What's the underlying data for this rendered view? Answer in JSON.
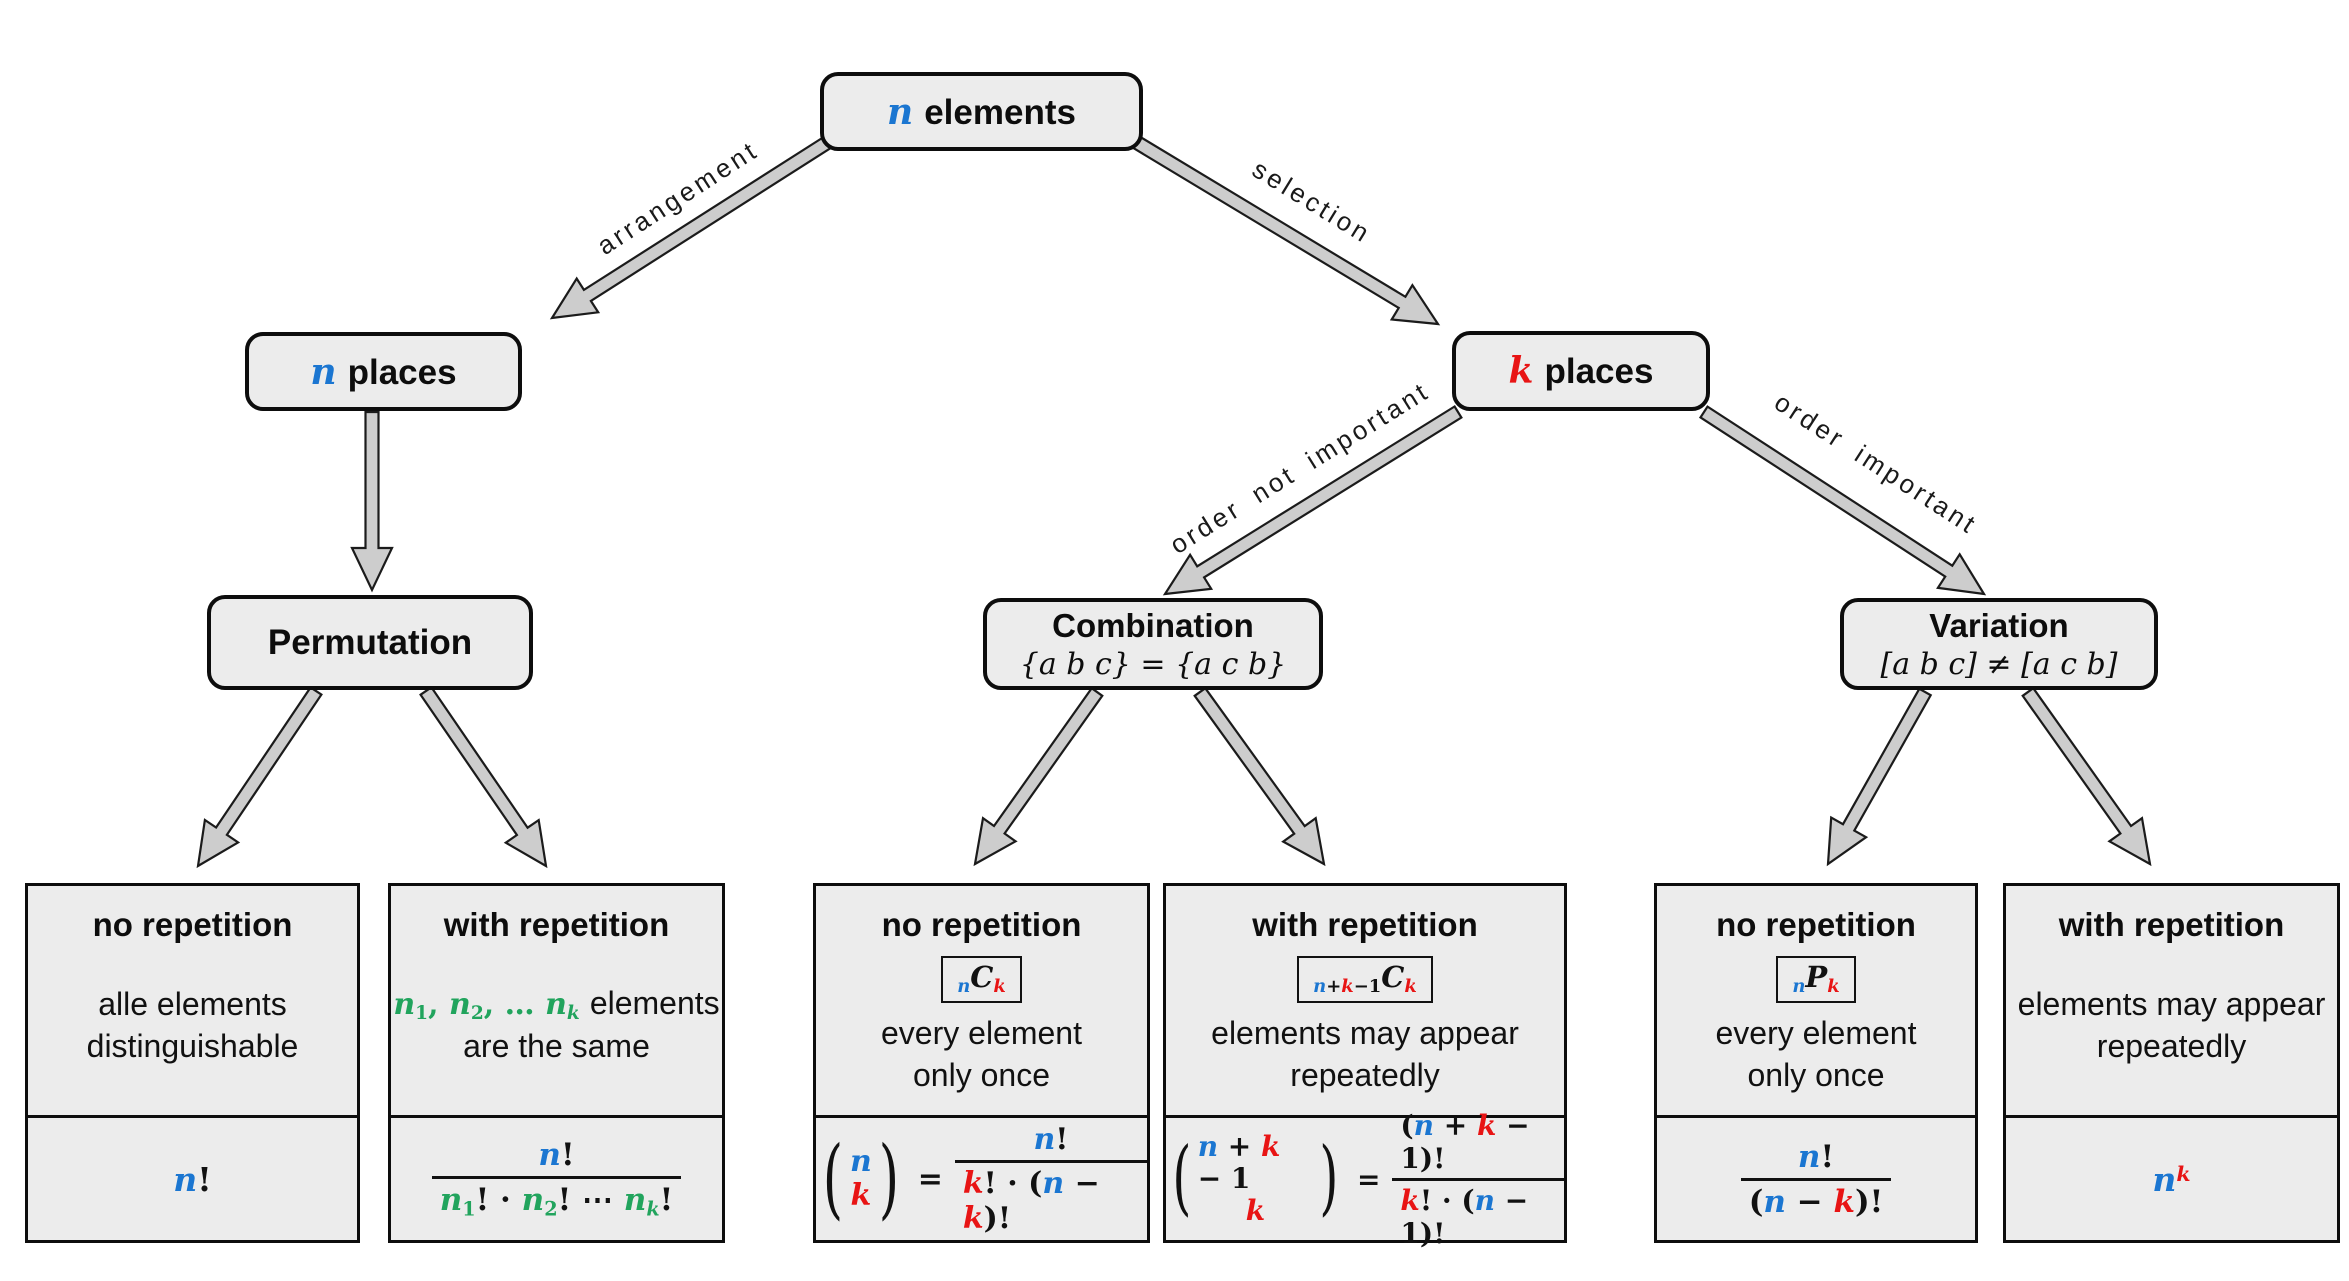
{
  "colors": {
    "blue": "#1b76d1",
    "red": "#e81414",
    "green": "#21a45d",
    "box_fill": "#ececec",
    "arrow_fill": "#cdcdcd",
    "ink": "#111111"
  },
  "nodes": {
    "root": {
      "var": "n",
      "text": "elements"
    },
    "n_places": {
      "var": "n",
      "text": "places"
    },
    "k_places": {
      "var": "k",
      "text": "places"
    },
    "permutation": {
      "title": "Permutation"
    },
    "combination": {
      "title": "Combination",
      "subtitle": "{a b c} = {a c b}"
    },
    "variation": {
      "title": "Variation",
      "subtitle": "[a b c] ≠ [a c b]"
    }
  },
  "edges": {
    "arrangement": "arrangement",
    "selection": "selection",
    "order_not_important": "order not important",
    "order_important": "order important"
  },
  "cards": [
    {
      "header": "no repetition",
      "body": [
        "alle elements",
        "distinguishable"
      ],
      "formula_plain": [
        {
          "t": "n",
          "c": "blue"
        },
        {
          "t": "!",
          "c": "black",
          "u": 1
        }
      ]
    },
    {
      "header": "with repetition",
      "body_math": [
        {
          "t": "n",
          "c": "green"
        },
        {
          "t": "1",
          "c": "green",
          "sub": 1,
          "u": 1
        },
        {
          "t": ", ",
          "c": "green",
          "u": 1
        },
        {
          "t": "n",
          "c": "green"
        },
        {
          "t": "2",
          "c": "green",
          "sub": 1,
          "u": 1
        },
        {
          "t": ", … ",
          "c": "green",
          "u": 1
        },
        {
          "t": "n",
          "c": "green"
        },
        {
          "t": "k",
          "c": "green",
          "sub": 1
        }
      ],
      "body_suffix": "elements",
      "body_line2": "are the same",
      "frac_num": [
        {
          "t": "n",
          "c": "blue"
        },
        {
          "t": "!",
          "c": "black",
          "u": 1
        }
      ],
      "frac_den": [
        {
          "t": "n",
          "c": "green"
        },
        {
          "t": "1",
          "c": "green",
          "sub": 1,
          "u": 1
        },
        {
          "t": "! · ",
          "c": "black",
          "u": 1
        },
        {
          "t": "n",
          "c": "green"
        },
        {
          "t": "2",
          "c": "green",
          "sub": 1,
          "u": 1
        },
        {
          "t": "! ⋯ ",
          "c": "black",
          "u": 1
        },
        {
          "t": "n",
          "c": "green"
        },
        {
          "t": "k",
          "c": "green",
          "sub": 1
        },
        {
          "t": "!",
          "c": "black",
          "u": 1
        }
      ]
    },
    {
      "header": "no repetition",
      "symbol": [
        {
          "t": "n",
          "c": "blue",
          "sub": 1
        },
        {
          "t": "C",
          "c": "black"
        },
        {
          "t": "k",
          "c": "red",
          "sub": 1
        }
      ],
      "body": [
        "every element",
        "only once"
      ],
      "binom_top": [
        {
          "t": "n",
          "c": "blue"
        }
      ],
      "binom_bottom": [
        {
          "t": "k",
          "c": "red"
        }
      ],
      "eq": "=",
      "frac_num": [
        {
          "t": "n",
          "c": "blue"
        },
        {
          "t": "!",
          "c": "black",
          "u": 1
        }
      ],
      "frac_den": [
        {
          "t": "k",
          "c": "red"
        },
        {
          "t": "! · (",
          "c": "black",
          "u": 1
        },
        {
          "t": "n",
          "c": "blue"
        },
        {
          "t": " − ",
          "c": "black",
          "u": 1
        },
        {
          "t": "k",
          "c": "red"
        },
        {
          "t": ")!",
          "c": "black",
          "u": 1
        }
      ]
    },
    {
      "header": "with repetition",
      "symbol": [
        {
          "t": "n",
          "c": "blue",
          "sub": 1
        },
        {
          "t": "+",
          "c": "black",
          "sub": 1,
          "u": 1
        },
        {
          "t": "k",
          "c": "red",
          "sub": 1
        },
        {
          "t": "−1",
          "c": "black",
          "sub": 1,
          "u": 1
        },
        {
          "t": "C",
          "c": "black"
        },
        {
          "t": "k",
          "c": "red",
          "sub": 1
        }
      ],
      "body": [
        "elements may appear",
        "repeatedly"
      ],
      "binom_top": [
        {
          "t": "n",
          "c": "blue"
        },
        {
          "t": " + ",
          "c": "black",
          "u": 1
        },
        {
          "t": "k",
          "c": "red"
        },
        {
          "t": " − 1",
          "c": "black",
          "u": 1
        }
      ],
      "binom_bottom": [
        {
          "t": "k",
          "c": "red"
        }
      ],
      "eq": "=",
      "frac_num": [
        {
          "t": "(",
          "c": "black",
          "u": 1
        },
        {
          "t": "n",
          "c": "blue"
        },
        {
          "t": " + ",
          "c": "black",
          "u": 1
        },
        {
          "t": "k",
          "c": "red"
        },
        {
          "t": " − 1",
          "c": "black",
          "u": 1
        },
        {
          "t": ")!",
          "c": "black",
          "u": 1
        }
      ],
      "frac_den": [
        {
          "t": "k",
          "c": "red"
        },
        {
          "t": "! · (",
          "c": "black",
          "u": 1
        },
        {
          "t": "n",
          "c": "blue"
        },
        {
          "t": " − 1)!",
          "c": "black",
          "u": 1
        }
      ]
    },
    {
      "header": "no repetition",
      "symbol": [
        {
          "t": "n",
          "c": "blue",
          "sub": 1
        },
        {
          "t": "P",
          "c": "black"
        },
        {
          "t": "k",
          "c": "red",
          "sub": 1
        }
      ],
      "body": [
        "every element",
        "only once"
      ],
      "frac_num": [
        {
          "t": "n",
          "c": "blue"
        },
        {
          "t": "!",
          "c": "black",
          "u": 1
        }
      ],
      "frac_den": [
        {
          "t": "(",
          "c": "black",
          "u": 1
        },
        {
          "t": "n",
          "c": "blue"
        },
        {
          "t": " − ",
          "c": "black",
          "u": 1
        },
        {
          "t": "k",
          "c": "red"
        },
        {
          "t": ")!",
          "c": "black",
          "u": 1
        }
      ]
    },
    {
      "header": "with repetition",
      "body": [
        "elements may appear",
        "repeatedly"
      ],
      "formula_plain": [
        {
          "t": "n",
          "c": "blue"
        },
        {
          "t": "k",
          "c": "red",
          "sup": 1
        }
      ]
    }
  ]
}
